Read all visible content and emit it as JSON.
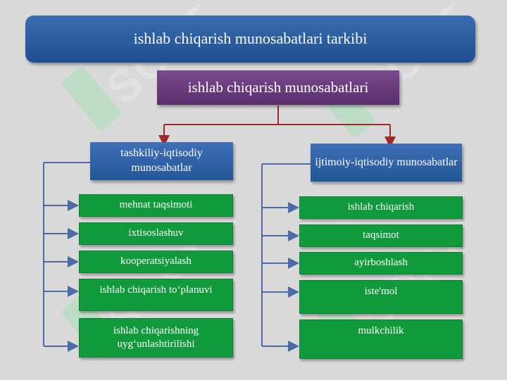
{
  "title": "ishlab chiqarish munosabatlari tarkibi",
  "root": "ishlab chiqarish munosabatlari",
  "left": {
    "label": "tashkiliy-iqtisodiy munosabatlar",
    "items": [
      "mehnat taqsimoti",
      "ixtisoslashuv",
      "kooperatsiyalash",
      "ishlab chiqarish to‘planuvi",
      "ishlab chiqarishning uyg‘unlashtirilishi"
    ]
  },
  "right": {
    "label": "ijtimoiy-iqtisodiy munosabatlar",
    "items": [
      "ishlab chiqarish",
      "taqsimot",
      "ayirboshlash",
      "iste'mol",
      "mulkchilik"
    ]
  },
  "watermark": "SOFT",
  "colors": {
    "background": "#d9d9d9",
    "title_blue": "#2a5aa0",
    "root_purple": "#6a3b7e",
    "leaf_green": "#119a3c",
    "arrow_red": "#a0282a",
    "connector_blue": "#4a6aa8"
  }
}
